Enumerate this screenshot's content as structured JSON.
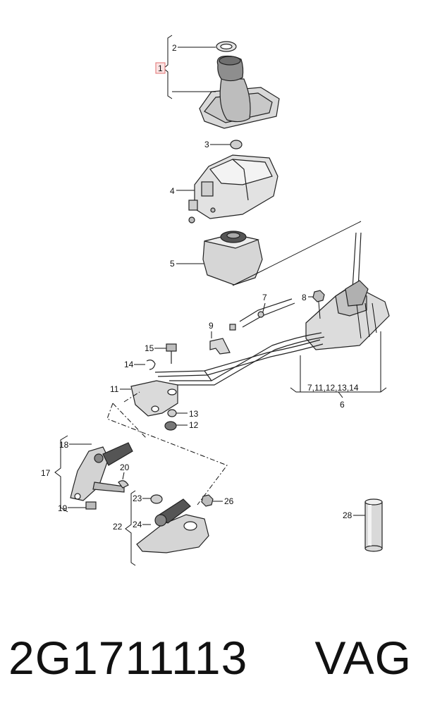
{
  "callouts": {
    "c1": "1",
    "c2": "2",
    "c3": "3",
    "c4": "4",
    "c5": "5",
    "c6": "6",
    "c6_group": "7,11,12,13,14",
    "c7": "7",
    "c8": "8",
    "c9": "9",
    "c11": "11",
    "c12": "12",
    "c13": "13",
    "c14": "14",
    "c15": "15",
    "c17": "17",
    "c18": "18",
    "c19": "19",
    "c20": "20",
    "c22": "22",
    "c23": "23",
    "c24": "24",
    "c26": "26",
    "c28": "28"
  },
  "highlight_color": "#e07070",
  "caption": {
    "part_number": "2G1711113",
    "brand": "VAG"
  }
}
